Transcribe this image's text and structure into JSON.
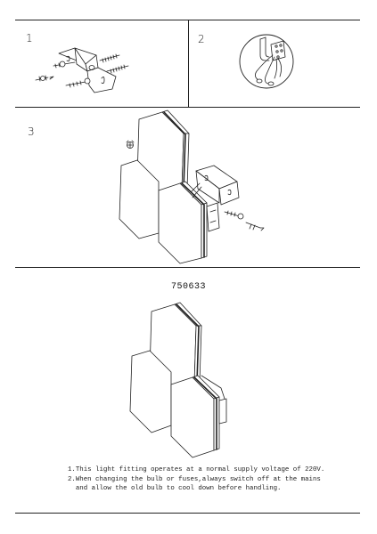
{
  "steps": {
    "s1": "1",
    "s2": "2",
    "s3": "3"
  },
  "model_number": "750633",
  "notes": {
    "line1": "1.This light fitting operates at a normal supply voltage of 220V.",
    "line2": "2.When changing the bulb or fuses,always switch off at the mains",
    "line3": "  and allow the old bulb to cool down before handling."
  },
  "icons": [
    "bracket-screws-icon",
    "wiring-connector-icon",
    "lamp-assembly-icon",
    "assembled-lamp-icon"
  ]
}
